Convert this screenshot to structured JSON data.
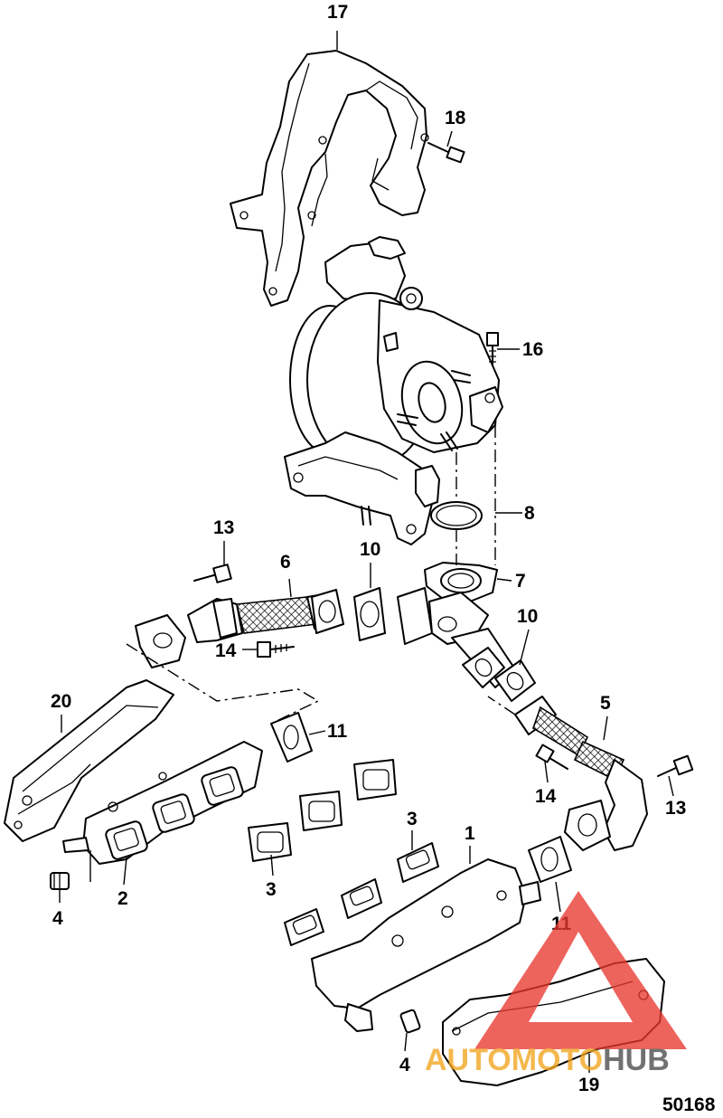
{
  "diagram": {
    "figure_number": "50168",
    "callouts": {
      "c1": "1",
      "c2": "2",
      "c3a": "3",
      "c3b": "3",
      "c4a": "4",
      "c4b": "4",
      "c5": "5",
      "c6": "6",
      "c7": "7",
      "c8": "8",
      "c10a": "10",
      "c10b": "10",
      "c11a": "11",
      "c11b": "11",
      "c13a": "13",
      "c13b": "13",
      "c14a": "14",
      "c14b": "14",
      "c16": "16",
      "c17": "17",
      "c18": "18",
      "c19": "19",
      "c20": "20"
    }
  },
  "watermark": {
    "brand_part1": "AUTO",
    "brand_part2": "MOTO",
    "brand_part3": "HUB",
    "colors": {
      "triangle": "#e8392f",
      "auto": "#f2a51d",
      "moto": "#f2a51d",
      "hub": "#4a4a4a"
    }
  }
}
